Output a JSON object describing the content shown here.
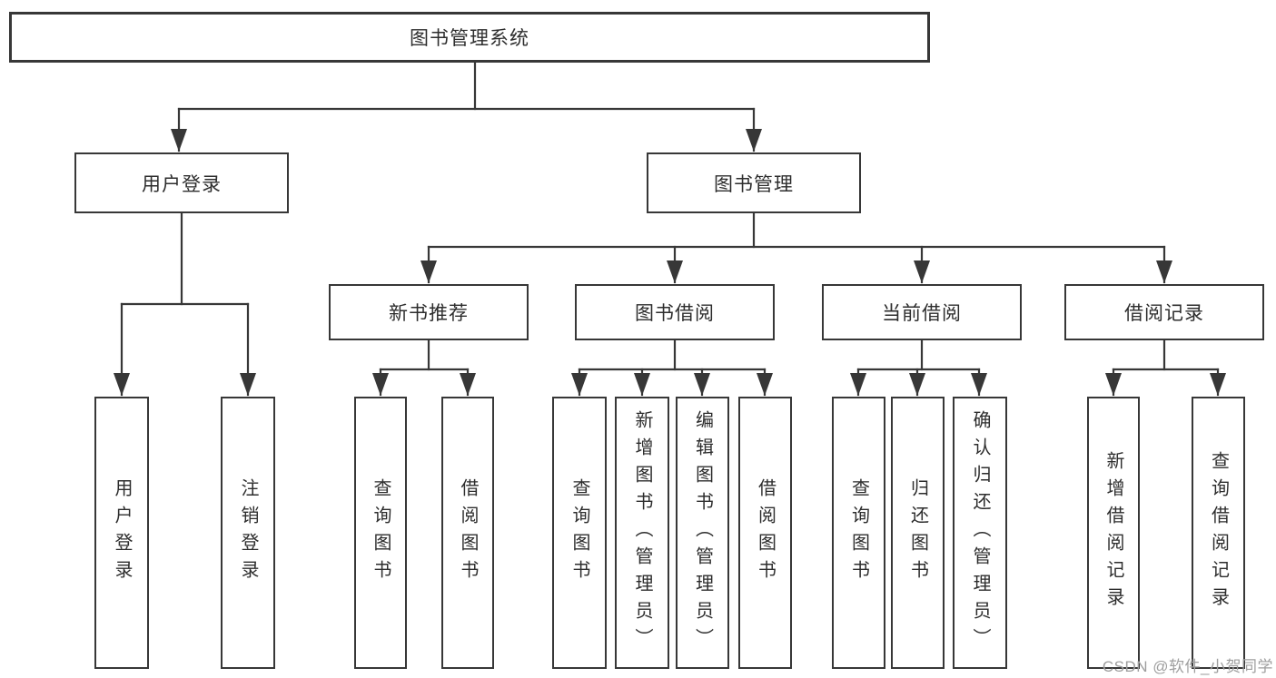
{
  "diagram": {
    "root": {
      "label": "图书管理系统"
    },
    "level2": [
      {
        "id": "user-login",
        "label": "用户登录",
        "parent": "root"
      },
      {
        "id": "book-management",
        "label": "图书管理",
        "parent": "root"
      }
    ],
    "level3": [
      {
        "id": "new-book-recommendation",
        "label": "新书推荐",
        "parent": "book-management"
      },
      {
        "id": "book-borrowing",
        "label": "图书借阅",
        "parent": "book-management"
      },
      {
        "id": "current-borrowing",
        "label": "当前借阅",
        "parent": "book-management"
      },
      {
        "id": "borrowing-records",
        "label": "借阅记录",
        "parent": "book-management"
      }
    ],
    "level4": [
      {
        "label": "用户登录",
        "parent": "user-login"
      },
      {
        "label": "注销登录",
        "parent": "user-login"
      },
      {
        "label": "查询图书",
        "parent": "new-book-recommendation"
      },
      {
        "label": "借阅图书",
        "parent": "new-book-recommendation"
      },
      {
        "label": "查询图书",
        "parent": "book-borrowing"
      },
      {
        "label": "新增图书（管理员）",
        "parent": "book-borrowing"
      },
      {
        "label": "编辑图书（管理员）",
        "parent": "book-borrowing"
      },
      {
        "label": "借阅图书",
        "parent": "book-borrowing"
      },
      {
        "label": "查询图书",
        "parent": "current-borrowing"
      },
      {
        "label": "归还图书",
        "parent": "current-borrowing"
      },
      {
        "label": "确认归还（管理员）",
        "parent": "current-borrowing"
      },
      {
        "label": "新增借阅记录",
        "parent": "borrowing-records"
      },
      {
        "label": "查询借阅记录",
        "parent": "borrowing-records"
      }
    ],
    "watermark": {
      "label": "CSDN @软件_小贺同学"
    },
    "colors": {
      "line": "#373737",
      "box_border": "#373737",
      "text": "#2d2d2d",
      "watermark": "#9e9e9e",
      "background": "#ffffff"
    }
  }
}
